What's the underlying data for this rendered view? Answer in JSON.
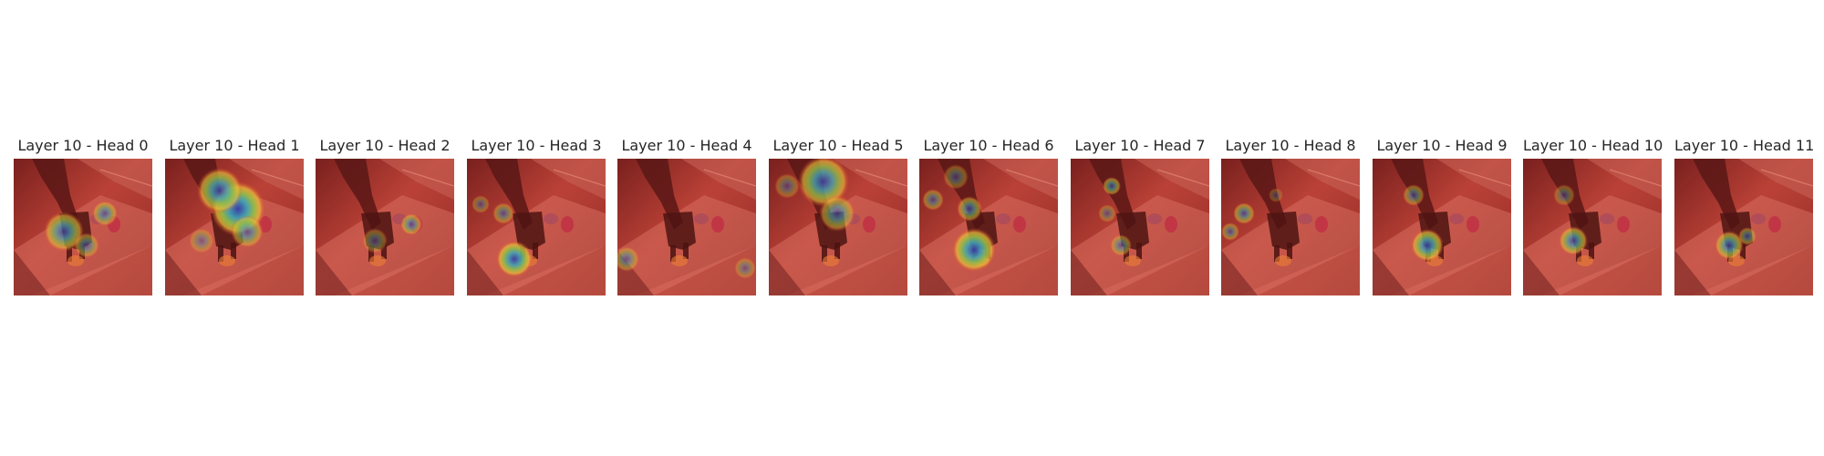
{
  "panels": [
    {
      "title": "Layer 10 - Head 0"
    },
    {
      "title": "Layer 10 - Head 1"
    },
    {
      "title": "Layer 10 - Head 2"
    },
    {
      "title": "Layer 10 - Head 3"
    },
    {
      "title": "Layer 10 - Head 4"
    },
    {
      "title": "Layer 10 - Head 5"
    },
    {
      "title": "Layer 10 - Head 6"
    },
    {
      "title": "Layer 10 - Head 7"
    },
    {
      "title": "Layer 10 - Head 8"
    },
    {
      "title": "Layer 10 - Head 9"
    },
    {
      "title": "Layer 10 - Head 10"
    },
    {
      "title": "Layer 10 - Head 11"
    }
  ]
}
